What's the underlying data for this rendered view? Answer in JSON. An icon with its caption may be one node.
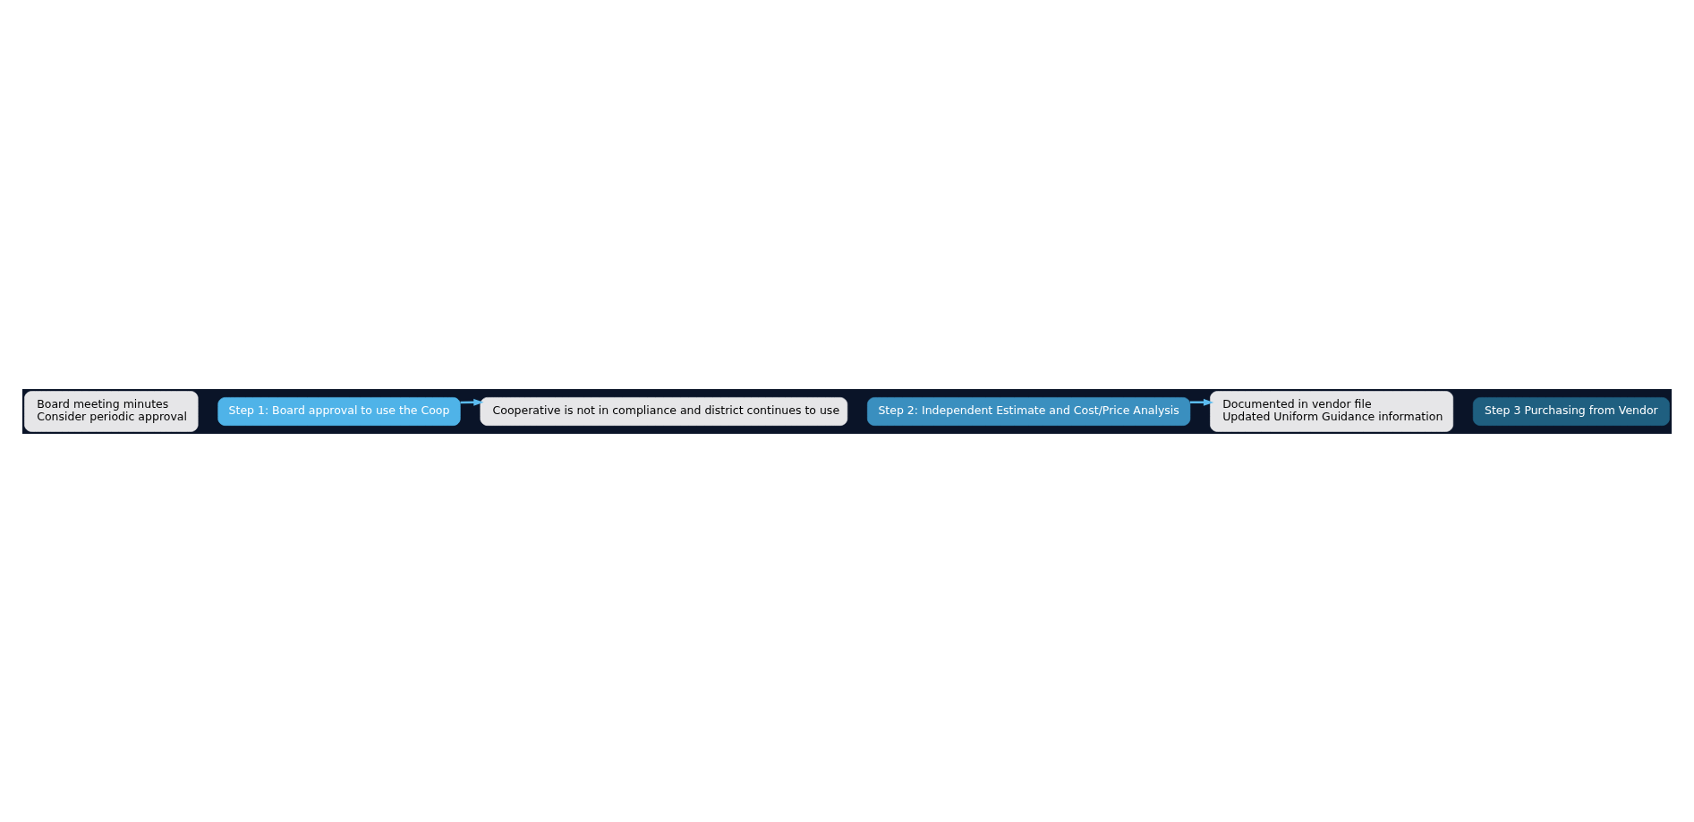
{
  "diagram": {
    "nodes": [
      {
        "text": [
          "Board meeting minutes",
          "Consider periodic approval"
        ]
      },
      {
        "text": [
          "Step 1: Board approval to use the Coop"
        ]
      },
      {
        "text": [
          "Cooperative is not in compliance and district continues to use"
        ]
      },
      {
        "text": [
          "Step 2: Independent Estimate and Cost/Price Analysis"
        ]
      },
      {
        "text": [
          "Documented in vendor file",
          "Updated Uniform Guidance information"
        ]
      },
      {
        "text": [
          "Step 3 Purchasing from Vendor"
        ]
      }
    ],
    "edges": [
      {
        "from": 1,
        "to": 2,
        "arrow": "to"
      },
      {
        "from": 3,
        "to": 4,
        "arrow": "to"
      }
    ]
  }
}
